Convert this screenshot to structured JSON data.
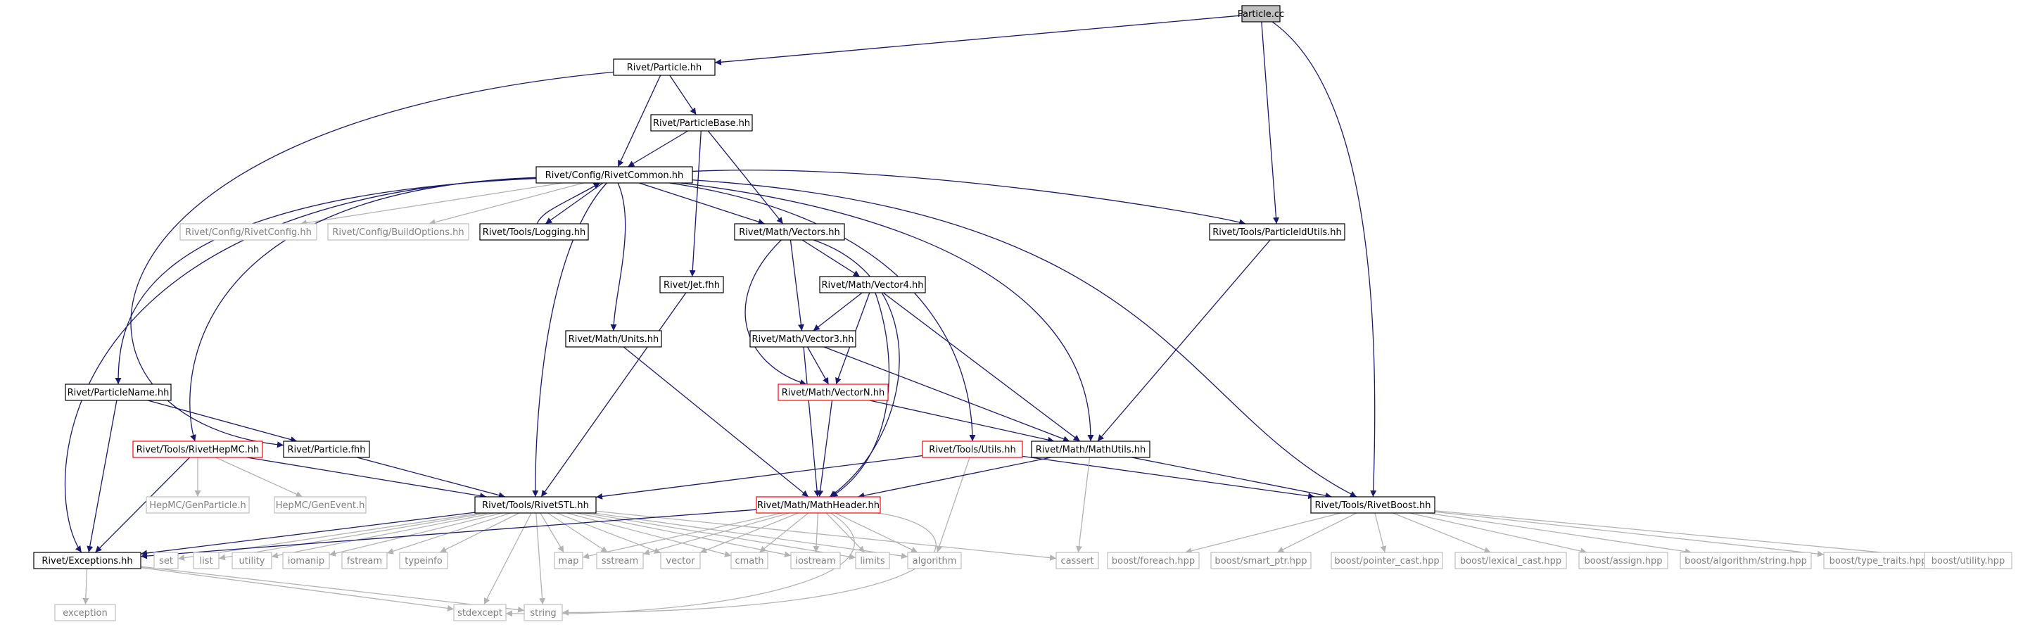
{
  "diagram": {
    "title": "",
    "colors": {
      "background": "#ffffff",
      "edge": "#191970",
      "edge_light": "#b3b3b3",
      "node_border": "#000000",
      "node_border_red": "#ff0000",
      "node_border_gray": "#bfbfbf",
      "node_fill_root": "#bfbfbf",
      "node_fill": "#ffffff",
      "text": "#000000",
      "text_gray": "#808080"
    },
    "nodes": [
      {
        "id": "particle_cc",
        "label": "Particle.cc",
        "style": "root"
      },
      {
        "id": "particle_hh",
        "label": "Rivet/Particle.hh",
        "style": "normal"
      },
      {
        "id": "particlebase_hh",
        "label": "Rivet/ParticleBase.hh",
        "style": "normal"
      },
      {
        "id": "rivetcommon_hh",
        "label": "Rivet/Config/RivetCommon.hh",
        "style": "normal"
      },
      {
        "id": "rivetconfig_hh",
        "label": "Rivet/Config/RivetConfig.hh",
        "style": "external"
      },
      {
        "id": "buildoptions_hh",
        "label": "Rivet/Config/BuildOptions.hh",
        "style": "external"
      },
      {
        "id": "logging_hh",
        "label": "Rivet/Tools/Logging.hh",
        "style": "normal"
      },
      {
        "id": "vectors_hh",
        "label": "Rivet/Math/Vectors.hh",
        "style": "normal"
      },
      {
        "id": "particleidutils_hh",
        "label": "Rivet/Tools/ParticleIdUtils.hh",
        "style": "normal"
      },
      {
        "id": "jet_fhh",
        "label": "Rivet/Jet.fhh",
        "style": "normal"
      },
      {
        "id": "vector4_hh",
        "label": "Rivet/Math/Vector4.hh",
        "style": "normal"
      },
      {
        "id": "units_hh",
        "label": "Rivet/Math/Units.hh",
        "style": "normal"
      },
      {
        "id": "vector3_hh",
        "label": "Rivet/Math/Vector3.hh",
        "style": "normal"
      },
      {
        "id": "particlename_hh",
        "label": "Rivet/ParticleName.hh",
        "style": "normal"
      },
      {
        "id": "vectorn_hh",
        "label": "Rivet/Math/VectorN.hh",
        "style": "red"
      },
      {
        "id": "rivethepmc_hh",
        "label": "Rivet/Tools/RivetHepMC.hh",
        "style": "red"
      },
      {
        "id": "particle_fhh",
        "label": "Rivet/Particle.fhh",
        "style": "normal"
      },
      {
        "id": "utils_hh",
        "label": "Rivet/Tools/Utils.hh",
        "style": "red"
      },
      {
        "id": "mathutils_hh",
        "label": "Rivet/Math/MathUtils.hh",
        "style": "normal"
      },
      {
        "id": "rivetstl_hh",
        "label": "Rivet/Tools/RivetSTL.hh",
        "style": "normal"
      },
      {
        "id": "mathheader_hh",
        "label": "Rivet/Math/MathHeader.hh",
        "style": "red"
      },
      {
        "id": "rivetboost_hh",
        "label": "Rivet/Tools/RivetBoost.hh",
        "style": "normal"
      },
      {
        "id": "genparticle_h",
        "label": "HepMC/GenParticle.h",
        "style": "external"
      },
      {
        "id": "genevent_h",
        "label": "HepMC/GenEvent.h",
        "style": "external"
      },
      {
        "id": "exceptions_hh",
        "label": "Rivet/Exceptions.hh",
        "style": "normal"
      },
      {
        "id": "set",
        "label": "set",
        "style": "external"
      },
      {
        "id": "list",
        "label": "list",
        "style": "external"
      },
      {
        "id": "utility",
        "label": "utility",
        "style": "external"
      },
      {
        "id": "iomanip",
        "label": "iomanip",
        "style": "external"
      },
      {
        "id": "fstream",
        "label": "fstream",
        "style": "external"
      },
      {
        "id": "typeinfo",
        "label": "typeinfo",
        "style": "external"
      },
      {
        "id": "map",
        "label": "map",
        "style": "external"
      },
      {
        "id": "sstream",
        "label": "sstream",
        "style": "external"
      },
      {
        "id": "vector",
        "label": "vector",
        "style": "external"
      },
      {
        "id": "cmath",
        "label": "cmath",
        "style": "external"
      },
      {
        "id": "iostream",
        "label": "iostream",
        "style": "external"
      },
      {
        "id": "limits",
        "label": "limits",
        "style": "external"
      },
      {
        "id": "algorithm",
        "label": "algorithm",
        "style": "external"
      },
      {
        "id": "cassert",
        "label": "cassert",
        "style": "external"
      },
      {
        "id": "boost_foreach",
        "label": "boost/foreach.hpp",
        "style": "external"
      },
      {
        "id": "boost_smart_ptr",
        "label": "boost/smart_ptr.hpp",
        "style": "external"
      },
      {
        "id": "boost_pointer_cast",
        "label": "boost/pointer_cast.hpp",
        "style": "external"
      },
      {
        "id": "boost_lexical_cast",
        "label": "boost/lexical_cast.hpp",
        "style": "external"
      },
      {
        "id": "boost_assign",
        "label": "boost/assign.hpp",
        "style": "external"
      },
      {
        "id": "boost_algorithm_string",
        "label": "boost/algorithm/string.hpp",
        "style": "external"
      },
      {
        "id": "boost_type_traits",
        "label": "boost/type_traits.hpp",
        "style": "external"
      },
      {
        "id": "boost_utility",
        "label": "boost/utility.hpp",
        "style": "external"
      },
      {
        "id": "exception",
        "label": "exception",
        "style": "external"
      },
      {
        "id": "stdexcept",
        "label": "stdexcept",
        "style": "external"
      },
      {
        "id": "string",
        "label": "string",
        "style": "external"
      }
    ],
    "edges": [
      [
        "particle_cc",
        "particle_hh"
      ],
      [
        "particle_cc",
        "particleidutils_hh"
      ],
      [
        "particle_cc",
        "rivetboost_hh"
      ],
      [
        "particle_hh",
        "particlebase_hh"
      ],
      [
        "particle_hh",
        "rivetcommon_hh"
      ],
      [
        "particle_hh",
        "particle_fhh"
      ],
      [
        "particlebase_hh",
        "rivetcommon_hh"
      ],
      [
        "particlebase_hh",
        "vectors_hh"
      ],
      [
        "particlebase_hh",
        "jet_fhh"
      ],
      [
        "rivetcommon_hh",
        "rivetconfig_hh"
      ],
      [
        "rivetcommon_hh",
        "buildoptions_hh"
      ],
      [
        "rivetcommon_hh",
        "logging_hh"
      ],
      [
        "rivetcommon_hh",
        "vectors_hh"
      ],
      [
        "rivetcommon_hh",
        "particleidutils_hh"
      ],
      [
        "rivetcommon_hh",
        "particlename_hh"
      ],
      [
        "rivetcommon_hh",
        "rivethepmc_hh"
      ],
      [
        "rivetcommon_hh",
        "units_hh"
      ],
      [
        "rivetcommon_hh",
        "rivetstl_hh"
      ],
      [
        "rivetcommon_hh",
        "utils_hh"
      ],
      [
        "rivetcommon_hh",
        "mathutils_hh"
      ],
      [
        "rivetcommon_hh",
        "rivetboost_hh"
      ],
      [
        "rivetcommon_hh",
        "exceptions_hh"
      ],
      [
        "logging_hh",
        "rivetcommon_hh"
      ],
      [
        "vectors_hh",
        "vector4_hh"
      ],
      [
        "vectors_hh",
        "vector3_hh"
      ],
      [
        "vectors_hh",
        "vectorn_hh"
      ],
      [
        "vectors_hh",
        "mathheader_hh"
      ],
      [
        "vector4_hh",
        "vector3_hh"
      ],
      [
        "vector4_hh",
        "vectorn_hh"
      ],
      [
        "vector4_hh",
        "mathutils_hh"
      ],
      [
        "vector4_hh",
        "mathheader_hh"
      ],
      [
        "vector3_hh",
        "vectorn_hh"
      ],
      [
        "vector3_hh",
        "mathutils_hh"
      ],
      [
        "vector3_hh",
        "mathheader_hh"
      ],
      [
        "vectorn_hh",
        "mathutils_hh"
      ],
      [
        "vectorn_hh",
        "mathheader_hh"
      ],
      [
        "particleidutils_hh",
        "mathutils_hh"
      ],
      [
        "jet_fhh",
        "rivetstl_hh"
      ],
      [
        "units_hh",
        "mathheader_hh"
      ],
      [
        "particlename_hh",
        "particle_fhh"
      ],
      [
        "particlename_hh",
        "exceptions_hh"
      ],
      [
        "rivethepmc_hh",
        "genparticle_h"
      ],
      [
        "rivethepmc_hh",
        "genevent_h"
      ],
      [
        "rivethepmc_hh",
        "rivetstl_hh"
      ],
      [
        "rivethepmc_hh",
        "exceptions_hh"
      ],
      [
        "particle_fhh",
        "rivetstl_hh"
      ],
      [
        "utils_hh",
        "rivetstl_hh"
      ],
      [
        "utils_hh",
        "rivetboost_hh"
      ],
      [
        "utils_hh",
        "algorithm"
      ],
      [
        "mathutils_hh",
        "mathheader_hh"
      ],
      [
        "mathutils_hh",
        "rivetboost_hh"
      ],
      [
        "mathutils_hh",
        "cassert"
      ],
      [
        "rivetstl_hh",
        "exceptions_hh"
      ],
      [
        "rivetstl_hh",
        "set"
      ],
      [
        "rivetstl_hh",
        "list"
      ],
      [
        "rivetstl_hh",
        "utility"
      ],
      [
        "rivetstl_hh",
        "iomanip"
      ],
      [
        "rivetstl_hh",
        "fstream"
      ],
      [
        "rivetstl_hh",
        "typeinfo"
      ],
      [
        "rivetstl_hh",
        "map"
      ],
      [
        "rivetstl_hh",
        "sstream"
      ],
      [
        "rivetstl_hh",
        "vector"
      ],
      [
        "rivetstl_hh",
        "cmath"
      ],
      [
        "rivetstl_hh",
        "iostream"
      ],
      [
        "rivetstl_hh",
        "limits"
      ],
      [
        "rivetstl_hh",
        "algorithm"
      ],
      [
        "rivetstl_hh",
        "cassert"
      ],
      [
        "rivetstl_hh",
        "stdexcept"
      ],
      [
        "rivetstl_hh",
        "string"
      ],
      [
        "mathheader_hh",
        "exceptions_hh"
      ],
      [
        "mathheader_hh",
        "map"
      ],
      [
        "mathheader_hh",
        "sstream"
      ],
      [
        "mathheader_hh",
        "vector"
      ],
      [
        "mathheader_hh",
        "cmath"
      ],
      [
        "mathheader_hh",
        "iostream"
      ],
      [
        "mathheader_hh",
        "limits"
      ],
      [
        "mathheader_hh",
        "algorithm"
      ],
      [
        "mathheader_hh",
        "stdexcept"
      ],
      [
        "mathheader_hh",
        "string"
      ],
      [
        "rivetboost_hh",
        "boost_foreach"
      ],
      [
        "rivetboost_hh",
        "boost_smart_ptr"
      ],
      [
        "rivetboost_hh",
        "boost_pointer_cast"
      ],
      [
        "rivetboost_hh",
        "boost_lexical_cast"
      ],
      [
        "rivetboost_hh",
        "boost_assign"
      ],
      [
        "rivetboost_hh",
        "boost_algorithm_string"
      ],
      [
        "rivetboost_hh",
        "boost_type_traits"
      ],
      [
        "rivetboost_hh",
        "boost_utility"
      ],
      [
        "exceptions_hh",
        "exception"
      ],
      [
        "exceptions_hh",
        "stdexcept"
      ],
      [
        "exceptions_hh",
        "string"
      ]
    ]
  }
}
